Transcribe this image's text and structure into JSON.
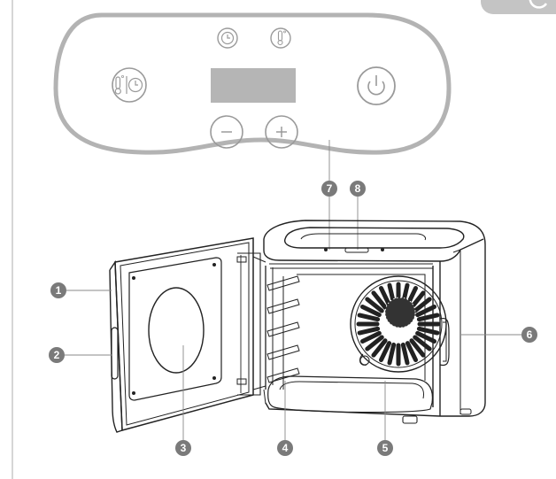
{
  "callouts": [
    {
      "id": "1",
      "label": "1"
    },
    {
      "id": "2",
      "label": "2"
    },
    {
      "id": "3",
      "label": "3"
    },
    {
      "id": "4",
      "label": "4"
    },
    {
      "id": "5",
      "label": "5"
    },
    {
      "id": "6",
      "label": "6"
    },
    {
      "id": "7",
      "label": "7"
    },
    {
      "id": "8",
      "label": "8"
    }
  ],
  "control_panel": {
    "buttons": [
      "timer-icon",
      "temperature-icon",
      "temp-timer-icon",
      "minus-icon",
      "plus-icon",
      "power-icon"
    ],
    "display": "blank"
  },
  "colors": {
    "outline": "#b3b3b3",
    "callout": "#7a7a7a",
    "line": "#222222"
  }
}
